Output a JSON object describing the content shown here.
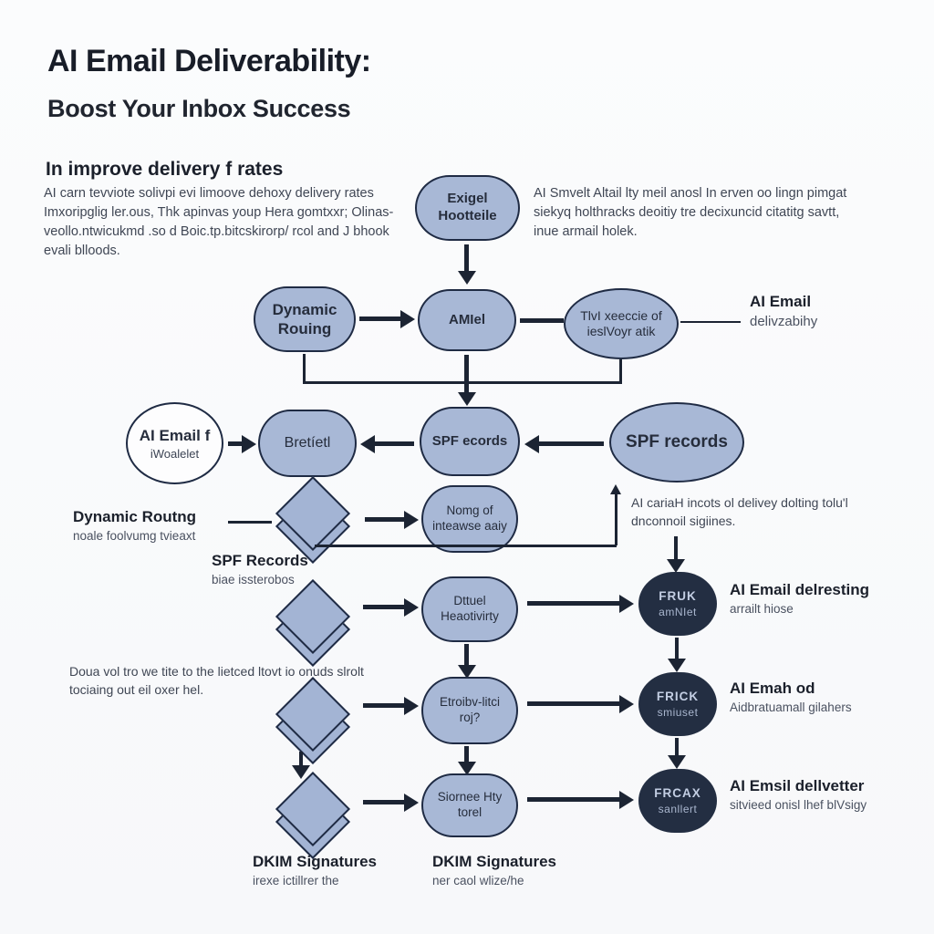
{
  "header": {
    "title": "AI Email Deliverability:",
    "subtitle": "Boost Your Inbox Success"
  },
  "intro": {
    "heading": "In improve delivery f rates",
    "body": "AI carn tevviote solivpi evi limoove dehoxy delivery rates Imxoripglig ler.ous, Thk apinvas youp Hera gomtxxr; Olinas-veollo.ntwicukmd .so d Boic.tp.bitcskirorp/ rcol and J bhook evali blloods."
  },
  "notes": {
    "top_right": "AI Smvelt Altail lty meil anosl In erven oo lingn pimgat siekyq holthracks deoitiy tre decixuncid citatitg savtt, inue armail holek.",
    "mid_right": "AI cariaH incots ol delivey dolting tolu'l dnconnoil sigiines.",
    "mid_left": "Doua vol tro we tite to the lietced ltovt io onuds slrolt tociaing out eil oxer hel."
  },
  "nodes": {
    "exigel": "Exigel\nHootteile",
    "dynamic_routing": "Dynamic\nRouing",
    "amiel": "AMIel",
    "tlvi": "TlvI xeeccie of\nieslVoyr atik",
    "ai_email_circle": {
      "title": "AI Email f",
      "sub": "iWoalelet"
    },
    "bretietl": "Bretíetl",
    "spf_ecords": "SPF ecords",
    "spf_records_ellipse": "SPF records",
    "nomg": "Nomg of\ninteawse aaiy",
    "dttuel": "Dttuel\nHeaotivirty",
    "etroibv": "Etroibv-litci\nroj?",
    "siornee": "Siornee Hty\ntorel",
    "fruk": {
      "line1": "FRUK",
      "line2": "amNIet"
    },
    "frick": {
      "line1": "FRICK",
      "line2": "smiuset"
    },
    "frcax": {
      "line1": "FRCAX",
      "line2": "sanllert"
    }
  },
  "node_labels": {
    "ai_email_deliverability": {
      "title": "AI Email",
      "sub": "delivzabihy"
    },
    "dynamic_routing": {
      "title": "Dynamic Routng",
      "sub": "noale foolvumg tvieaxt"
    },
    "spf_records": {
      "title": "SPF Records",
      "sub": "biae issterobos"
    },
    "delresting": {
      "title": "AI Email delresting",
      "sub": "arrailt hiose"
    },
    "emah_od": {
      "title": "AI Emah od",
      "sub": "Aidbratuamall gilahers"
    },
    "dellvetter": {
      "title": "AI Emsil dellvetter",
      "sub": "sitvieed onisl lhef blVsigy"
    },
    "dkim_left": {
      "title": "DKIM Signatures",
      "sub": "irexe ictillrer the"
    },
    "dkim_right": {
      "title": "DKIM Signatures",
      "sub": "ner caol wlize/he"
    }
  },
  "colors": {
    "node_fill": "#a8b8d6",
    "node_border": "#1f2b44",
    "dark_node_fill": "#232e42",
    "arrow": "#1c2433",
    "heading_text": "#181d28",
    "body_text": "#3f4654"
  }
}
